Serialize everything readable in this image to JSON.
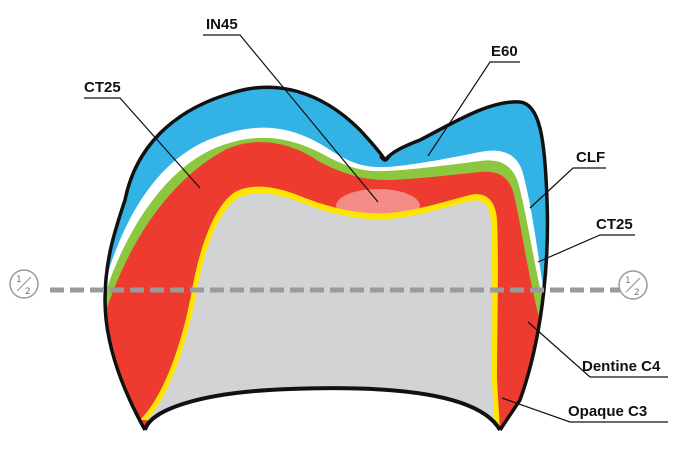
{
  "labels": {
    "in45": "IN45",
    "e60": "E60",
    "ct25_left": "CT25",
    "clf": "CLF",
    "ct25_right": "CT25",
    "dentine": "Dentine C4",
    "opaque": "Opaque C3"
  },
  "half_marker": {
    "numerator": "1",
    "denominator": "2"
  },
  "colors": {
    "enamel_blue": "#33B2E6",
    "gap_white": "#FFFFFF",
    "ct25_green": "#8DC63F",
    "dentine_red": "#EE3B30",
    "incisal_pink": "#F58B87",
    "opaque_yellow": "#FFE500",
    "core_gray": "#D1D3D4",
    "outline": "#111111",
    "dash_gray": "#9A9A9A"
  }
}
